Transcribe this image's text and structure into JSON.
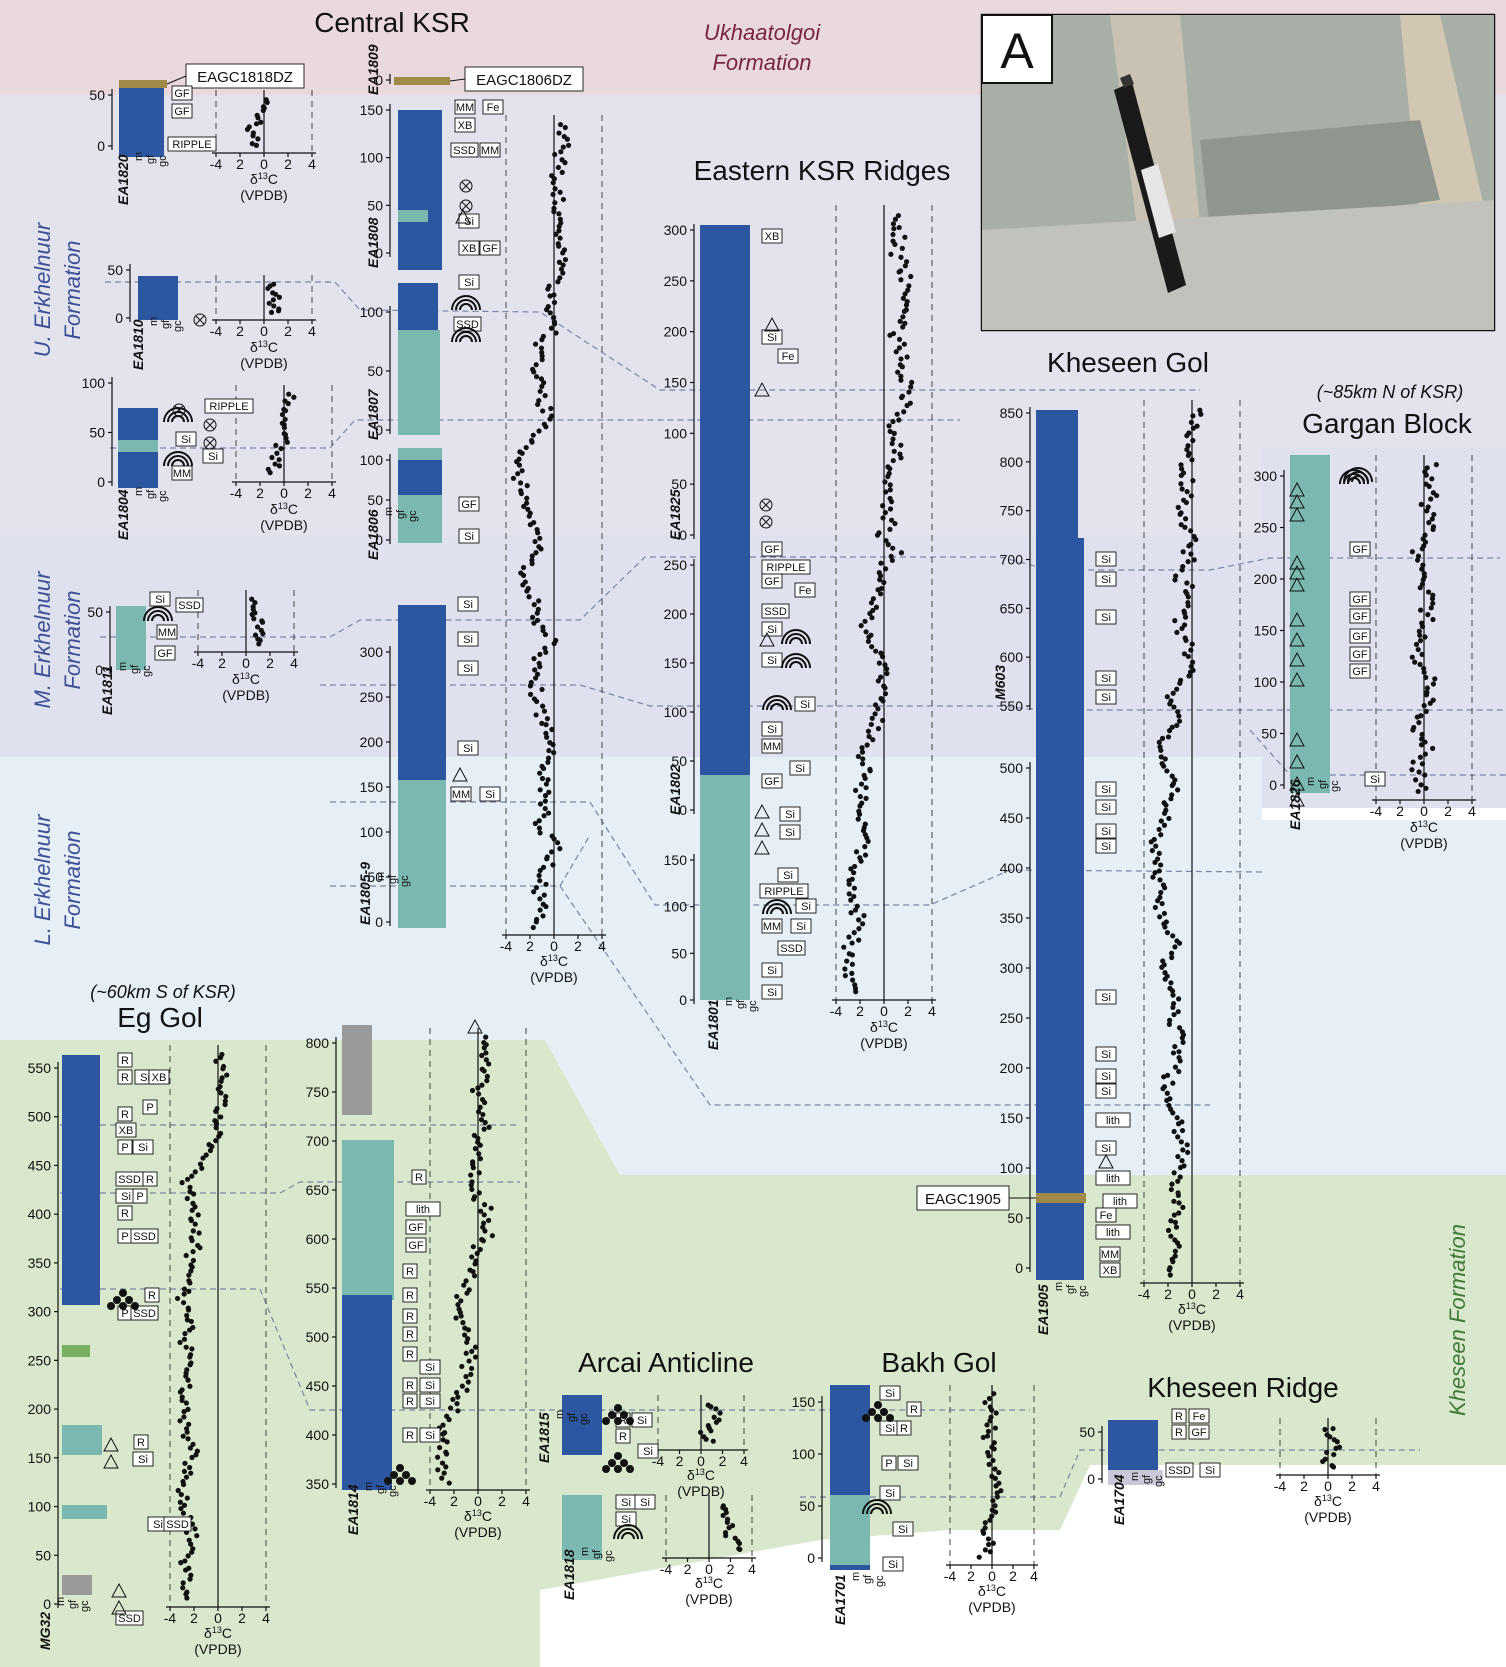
{
  "figure_id": "A",
  "formations": [
    {
      "name_line1": "Ukhaatolgoi",
      "name_line2": "Formation",
      "color": "#ead9dc",
      "text_color": "#7a2540"
    },
    {
      "name_line1": "U. Erkhelnuur",
      "name_line2": "Formation",
      "color": "#e3e3ee",
      "text_color": "#3d4f96"
    },
    {
      "name_line1": "M. Erkhelnuur",
      "name_line2": "Formation",
      "color": "#dfe2ee",
      "text_color": "#3d4f96"
    },
    {
      "name_line1": "L. Erkhelnuur",
      "name_line2": "Formation",
      "color": "#e5eff5",
      "text_color": "#3d4f96"
    },
    {
      "name_line1": "Kheseen Formation",
      "name_line2": "",
      "color": "#d9e7cc",
      "text_color": "#3f7a35"
    }
  ],
  "localities": [
    {
      "title": "Central KSR",
      "note": ""
    },
    {
      "title": "Eastern KSR Ridges",
      "note": ""
    },
    {
      "title": "Kheseen Gol",
      "note": ""
    },
    {
      "title": "Gargan Block",
      "note": "(~85km N of KSR)"
    },
    {
      "title": "Eg Gol",
      "note": "(~60km S of KSR)"
    },
    {
      "title": "Arcai Anticline",
      "note": ""
    },
    {
      "title": "Bakh Gol",
      "note": ""
    },
    {
      "title": "Kheseen Ridge",
      "note": ""
    }
  ],
  "samples": [
    "EAGC1818DZ",
    "EAGC1806DZ",
    "EAGC1905"
  ],
  "axis_text": {
    "delta_label": "δ13C",
    "delta_main": "δ",
    "delta_sup": "13",
    "delta_c": "C",
    "vpdb": "(VPDB)",
    "grain_labels": [
      "m",
      "gf",
      "gc"
    ]
  },
  "colors": {
    "carbonate_dark": "#2d56a0",
    "carbonate_light": "#7bb8b0",
    "siliciclastic_green": "#78b060",
    "clay_grey": "#9a9a9a",
    "ash_brown": "#a08a4a",
    "correlation_line": "#7a86a6"
  },
  "symbol_legend": [
    "GF",
    "MM",
    "Fe",
    "XB",
    "SSD",
    "Si",
    "RIPPLE",
    "lith",
    "P",
    "R"
  ],
  "sections": [
    {
      "id": "EA1820",
      "ticks": [
        "0",
        "50"
      ],
      "d13c_ticks": [
        "-4",
        "-2",
        "0",
        "2",
        "4"
      ],
      "d13c_tick_labels": [
        "-4",
        "2",
        "0",
        "2",
        "4"
      ]
    },
    {
      "id": "EA1809",
      "ticks": [
        "0"
      ],
      "d13c_ticks": [],
      "d13c_tick_labels": []
    },
    {
      "id": "EA1808",
      "ticks": [
        "0",
        "50",
        "100",
        "150"
      ],
      "d13c_ticks": [],
      "d13c_tick_labels": []
    },
    {
      "id": "EA1810",
      "ticks": [
        "0",
        "50"
      ],
      "d13c_ticks": [
        "-4",
        "-2",
        "0",
        "2",
        "4"
      ],
      "d13c_tick_labels": [
        "-4",
        "2",
        "0",
        "2",
        "4"
      ]
    },
    {
      "id": "EA1807",
      "ticks": [
        "0",
        "50",
        "100"
      ],
      "d13c_ticks": [],
      "d13c_tick_labels": []
    },
    {
      "id": "EA1804",
      "ticks": [
        "0",
        "50",
        "100"
      ],
      "d13c_ticks": [
        "-4",
        "-2",
        "0",
        "2",
        "4"
      ],
      "d13c_tick_labels": [
        "-4",
        "2",
        "0",
        "2",
        "4"
      ]
    },
    {
      "id": "EA1806",
      "ticks": [
        "0",
        "50",
        "100"
      ],
      "d13c_ticks": [],
      "d13c_tick_labels": []
    },
    {
      "id": "EA1811",
      "ticks": [
        "0",
        "50"
      ],
      "d13c_ticks": [
        "-4",
        "-2",
        "0",
        "2",
        "4"
      ],
      "d13c_tick_labels": [
        "-4",
        "2",
        "0",
        "2",
        "4"
      ]
    },
    {
      "id": "EA1805-9",
      "ticks": [
        "0",
        "50",
        "100",
        "150",
        "200",
        "250",
        "300"
      ],
      "d13c_ticks": [
        "-4",
        "-2",
        "0",
        "2",
        "4"
      ],
      "d13c_tick_labels": [
        "-4",
        "2",
        "0",
        "2",
        "4"
      ]
    },
    {
      "id": "EA1825",
      "ticks": [
        "0",
        "50",
        "100",
        "150",
        "200",
        "250",
        "300"
      ],
      "d13c_ticks": [],
      "d13c_tick_labels": []
    },
    {
      "id": "EA1802",
      "ticks": [
        "0",
        "50",
        "100",
        "150",
        "200",
        "250"
      ],
      "d13c_ticks": [],
      "d13c_tick_labels": []
    },
    {
      "id": "EA1801",
      "ticks": [
        "0",
        "50",
        "100",
        "150"
      ],
      "d13c_ticks": [
        "-4",
        "-2",
        "0",
        "2",
        "4"
      ],
      "d13c_tick_labels": [
        "-4",
        "2",
        "0",
        "2",
        "4"
      ]
    },
    {
      "id": "M603",
      "ticks": [
        "550",
        "600",
        "650",
        "700",
        "750",
        "800",
        "850"
      ],
      "d13c_ticks": [],
      "d13c_tick_labels": []
    },
    {
      "id": "EA1905",
      "ticks": [
        "0",
        "50",
        "100",
        "150",
        "200",
        "250",
        "300",
        "350",
        "400",
        "450",
        "500"
      ],
      "d13c_ticks": [
        "-4",
        "-2",
        "0",
        "2",
        "4"
      ],
      "d13c_tick_labels": [
        "-4",
        "2",
        "0",
        "2",
        "4"
      ]
    },
    {
      "id": "EA1826",
      "ticks": [
        "0",
        "50",
        "100",
        "150",
        "200",
        "250",
        "300"
      ],
      "d13c_ticks": [
        "-4",
        "-2",
        "0",
        "2",
        "4"
      ],
      "d13c_tick_labels": [
        "-4",
        "2",
        "0",
        "2",
        "4"
      ]
    },
    {
      "id": "MG32",
      "ticks": [
        "0",
        "50",
        "100",
        "150",
        "200",
        "250",
        "300",
        "350",
        "400",
        "450",
        "500",
        "550"
      ],
      "d13c_ticks": [
        "-4",
        "-2",
        "0",
        "2",
        "4"
      ],
      "d13c_tick_labels": [
        "-4",
        "2",
        "0",
        "2",
        "4"
      ]
    },
    {
      "id": "EA1814",
      "ticks": [
        "350",
        "400",
        "450",
        "500",
        "550",
        "600",
        "650",
        "700",
        "750",
        "800"
      ],
      "d13c_ticks": [
        "-4",
        "-2",
        "0",
        "2",
        "4"
      ],
      "d13c_tick_labels": [
        "-4",
        "2",
        "0",
        "2",
        "4"
      ]
    },
    {
      "id": "EA1815",
      "ticks": [],
      "d13c_ticks": [
        "-4",
        "-2",
        "0",
        "2",
        "4"
      ],
      "d13c_tick_labels": [
        "-4",
        "2",
        "0",
        "2",
        "4"
      ]
    },
    {
      "id": "EA1818",
      "ticks": [],
      "d13c_ticks": [
        "-4",
        "-2",
        "0",
        "2",
        "4"
      ],
      "d13c_tick_labels": [
        "-4",
        "2",
        "0",
        "2",
        "4"
      ]
    },
    {
      "id": "EA1701",
      "ticks": [
        "0",
        "50",
        "100",
        "150"
      ],
      "d13c_ticks": [
        "-4",
        "-2",
        "0",
        "2",
        "4"
      ],
      "d13c_tick_labels": [
        "-4",
        "2",
        "0",
        "2",
        "4"
      ]
    },
    {
      "id": "EA1704",
      "ticks": [
        "0",
        "50"
      ],
      "d13c_ticks": [
        "-4",
        "-2",
        "0",
        "2",
        "4"
      ],
      "d13c_tick_labels": [
        "-4",
        "2",
        "0",
        "2",
        "4"
      ]
    }
  ]
}
